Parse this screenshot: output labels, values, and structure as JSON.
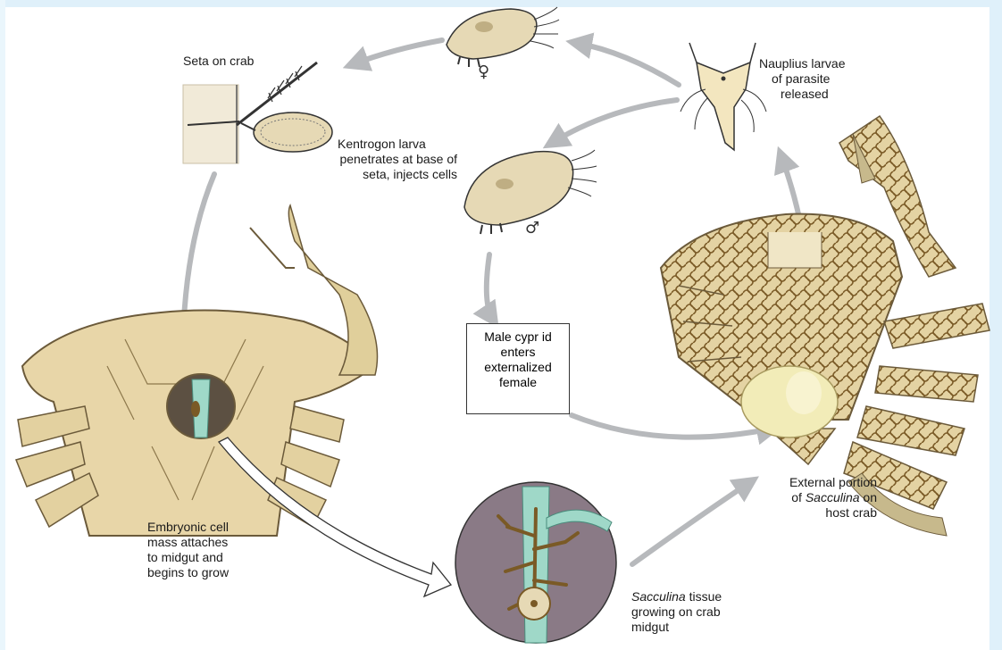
{
  "labels": {
    "seta_on_crab": "Seta on crab",
    "nauplius_1": "Nauplius larvae",
    "nauplius_2": "of parasite",
    "nauplius_3": "released",
    "kentrogon_1": "Kentrogon larva",
    "kentrogon_2": "penetrates at base of",
    "kentrogon_3": "seta, injects cells",
    "male_1": "Male cypr id",
    "male_2": "enters",
    "male_3": "externalized",
    "male_4": "female",
    "embryonic_1": "Embryonic cell",
    "embryonic_2": "mass attaches",
    "embryonic_3": "to midgut and",
    "embryonic_4": "begins to grow",
    "external_1": "External portion",
    "external_2_pre": "of ",
    "external_2_italic": "Sacculina",
    "external_2_post": " on",
    "external_3": "host crab",
    "tissue_italic": "Sacculina",
    "tissue_1": " tissue",
    "tissue_2": "growing on crab",
    "tissue_3": "midgut"
  },
  "symbols": {
    "female": "♀",
    "male": "♂"
  },
  "colors": {
    "arrow": "#b7b9bc",
    "crab_shell": "#e8d6a8",
    "crab_outline": "#6b5a3a",
    "parasite_tissue": "#9fd8c8",
    "sacculina": "#f2ecb8",
    "tissue_disc": "#8a7a86",
    "page_edge": "#dff0fa"
  }
}
